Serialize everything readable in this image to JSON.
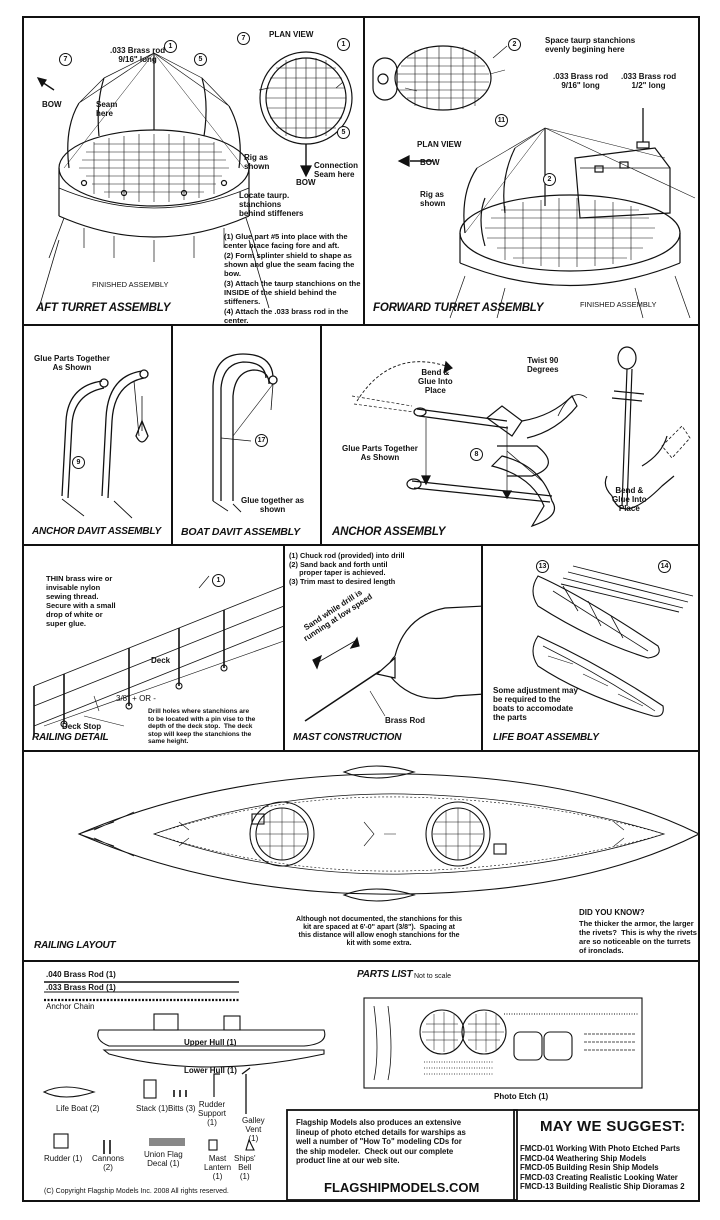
{
  "aft": {
    "title": "AFT TURRET ASSEMBLY",
    "brass_rod": ".033 Brass rod\n9/16\" long",
    "plan_view": "PLAN VIEW",
    "bow": "BOW",
    "seam": "Seam\nhere",
    "rig": "Rig as\nshown",
    "connection": "Connection\nSeam here",
    "locate": "Locate taurp.\nstanchions\nbehind stiffeners",
    "finished": "FINISHED ASSEMBLY",
    "instructions": [
      "(1) Glue part #5 into place with the center brace facing fore and aft.",
      "(2) Form splinter shield to shape as shown and glue the seam facing the bow.",
      "(3) Attach the taurp stanchions on the INSIDE of the shield behind the stiffeners.",
      "(4) Attach the .033 brass rod in the center."
    ],
    "nums": [
      "7",
      "1",
      "5",
      "7",
      "1",
      "5"
    ]
  },
  "fwd": {
    "title": "FORWARD TURRET ASSEMBLY",
    "space": "Space taurp stanchions\nevenly begining here",
    "rod1": ".033 Brass rod\n9/16\" long",
    "rod2": ".033 Brass rod\n1/2\" long",
    "plan_view": "PLAN VIEW",
    "bow": "BOW",
    "rig": "Rig as\nshown",
    "finished": "FINISHED ASSEMBLY",
    "nums": [
      "2",
      "11",
      "2"
    ]
  },
  "anchor_davit": {
    "title": "ANCHOR DAVIT ASSEMBLY",
    "glue": "Glue Parts Together\nAs Shown",
    "num": "9"
  },
  "boat_davit": {
    "title": "BOAT DAVIT ASSEMBLY",
    "glue": "Glue together as\nshown",
    "num": "17"
  },
  "anchor": {
    "title": "ANCHOR ASSEMBLY",
    "bend1": "Bend &\nGlue Into\nPlace",
    "twist": "Twist 90\nDegrees",
    "glue": "Glue Parts Together\nAs Shown",
    "bend2": "Bend &\nGlue Into\nPlace",
    "num": "8"
  },
  "railing": {
    "title": "RAILING  DETAIL",
    "thin": "THIN brass wire or\ninvisable nylon\nsewing thread.\nSecure with a small\ndrop of white or\nsuper glue.",
    "deck": "Deck",
    "deck_stop": "Deck Stop",
    "spacing": "3/8\" + OR -",
    "drill": "Drill holes where stanchions are\nto be located with a pin vise to the\ndepth of the deck stop.  The deck\nstop will keep the stanchions the\nsame height.",
    "num": "1"
  },
  "mast": {
    "title": "MAST CONSTRUCTION",
    "steps": "(1) Chuck rod (provided) into drill\n(2) Sand back and forth until\n     proper taper is achieved.\n(3) Trim mast to desired length",
    "sand": "Sand while drill is\nrunning at low speed",
    "brass": "Brass Rod"
  },
  "lifeboat": {
    "title": "LIFE BOAT ASSEMBLY",
    "note": "Some adjustment may\nbe required to the\nboats to accomodate\nthe parts",
    "nums": [
      "13",
      "14"
    ]
  },
  "layout": {
    "title": "RAILING LAYOUT",
    "note": "Although not documented, the stanchions for this\nkit are spaced at 6'-0\" apart (3/8\").  Spacing at\nthis distance will allow enogh stanchions for the\nkit with some extra.",
    "did_title": "DID YOU KNOW?",
    "did": "The thicker the armor, the larger\nthe rivets?  This is why the rivets\nare so noticeable on the turrets\nof ironclads."
  },
  "parts": {
    "title": "PARTS LIST",
    "scale": "Not to scale",
    "rod040": ".040 Brass Rod  (1)",
    "rod033": ".033 Brass Rod  (1)",
    "chain": "Anchor Chain",
    "upper": "Upper Hull (1)",
    "lower": "Lower Hull (1)",
    "photo_etch": "Photo Etch (1)",
    "life_boat": "Life Boat (2)",
    "stack": "Stack (1)",
    "bitts": "Bitts (3)",
    "rudder_support": "Rudder\nSupport\n(1)",
    "galley": "Galley\nVent\n(1)",
    "rudder": "Rudder (1)",
    "cannons": "Cannons\n(2)",
    "flag": "Union Flag\nDecal (1)",
    "lantern": "Mast\nLantern\n(1)",
    "bell": "Ships'\nBell\n(1)",
    "copyright": "(C) Copyright Flagship Models Inc.  2008 All rights reserved."
  },
  "promo": {
    "text": "Flagship Models also produces an extensive\nlineup of photo etched details for warships as\nwell a number of \"How To\" modeling CDs for\nthe ship modeler.  Check out our complete\nproduct line at our web site.",
    "url": "FLAGSHIPMODELS.COM"
  },
  "suggest": {
    "title": "MAY WE SUGGEST:",
    "items": [
      "FMCD-01  Working With Photo Etched Parts",
      "FMCD-04  Weathering Ship Models",
      "FMCD-05  Building Resin Ship Models",
      "FMCD-03  Creating Realistic Looking Water",
      "FMCD-13  Building Realistic Ship Dioramas 2"
    ]
  }
}
